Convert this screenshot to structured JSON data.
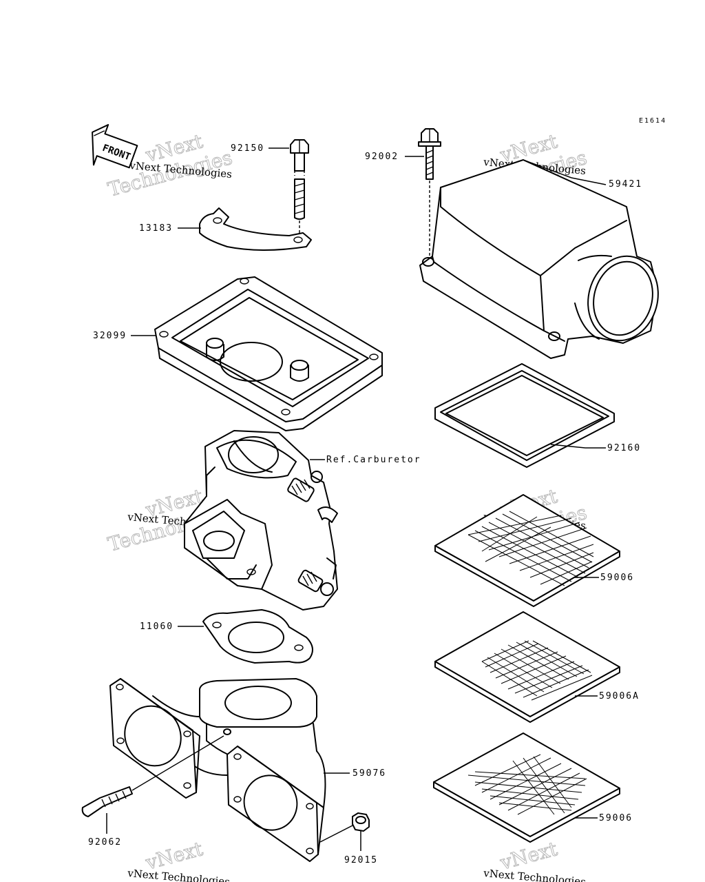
{
  "diagram": {
    "code": "E1614",
    "front_label": "FRONT",
    "parts": {
      "p92150": "92150",
      "p13183": "13183",
      "p32099": "32099",
      "ref_carburetor": "Ref.Carburetor",
      "p11060": "11060",
      "p59076": "59076",
      "p92062": "92062",
      "p92015": "92015",
      "p92002": "92002",
      "p59421": "59421",
      "p92160": "92160",
      "p59006_a": "59006",
      "p59006A": "59006A",
      "p59006_b": "59006"
    },
    "watermark": {
      "line_small": "vNext Technologies",
      "line_big_1": "vNext",
      "line_big_2": "Technologies"
    },
    "colors": {
      "line": "#000000",
      "watermark": "#b8b8b8",
      "background": "#ffffff"
    }
  }
}
